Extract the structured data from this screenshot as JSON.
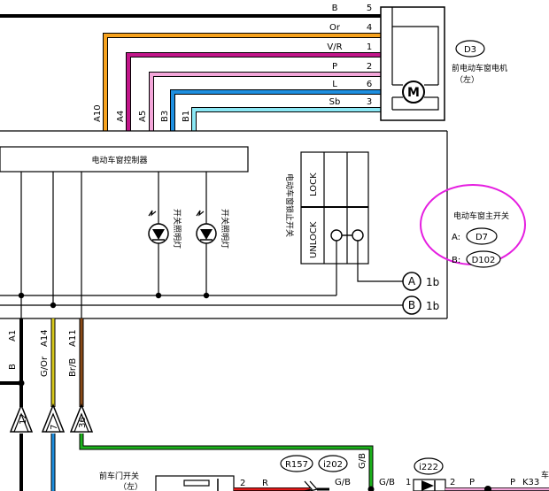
{
  "motor": {
    "wires": [
      {
        "color": "B",
        "pin": "5"
      },
      {
        "color": "Or",
        "pin": "4"
      },
      {
        "color": "V/R",
        "pin": "1"
      },
      {
        "color": "P",
        "pin": "2"
      },
      {
        "color": "L",
        "pin": "6"
      },
      {
        "color": "Sb",
        "pin": "3"
      }
    ],
    "symbol": "M",
    "connector": "D3",
    "name": "前电动车窗电机",
    "side": "（左）"
  },
  "controller": {
    "label": "电动车窗控制器",
    "top_pins": [
      "A10",
      "A4",
      "A5",
      "B3",
      "B1"
    ]
  },
  "lamps": {
    "label": "开关照明灯"
  },
  "lock_switch": {
    "label": "电动车窗锁止开关",
    "lock": "LOCK",
    "unlock": "UNLOCK"
  },
  "main_switch": {
    "name": "电动车窗主开关",
    "a_prefix": "A:",
    "a_connector": "D7",
    "b_prefix": "B:",
    "b_connector": "D102"
  },
  "grounds": [
    {
      "letter": "A",
      "ref": "1b"
    },
    {
      "letter": "B",
      "ref": "1b"
    }
  ],
  "bottom_wires": [
    {
      "pin": "A1",
      "color": "B",
      "connector_pin": "12"
    },
    {
      "pin": "A14",
      "color": "G/Or",
      "connector_pin": "7"
    },
    {
      "pin": "A11",
      "color": "Br/B",
      "connector_pin": "36"
    }
  ],
  "door_switch": {
    "name": "前车门开关",
    "side": "（左）",
    "pin": "2",
    "wire": "R"
  },
  "lower": {
    "r157": "R157",
    "i202": "i202",
    "gb_vertical": "G/B",
    "gb_a": "G/B",
    "gb_b": "G/B",
    "pin1": "1",
    "i222": "i222",
    "pin2": "2",
    "p1": "P",
    "p2": "P",
    "k33": "K33",
    "right_cut": "车"
  }
}
